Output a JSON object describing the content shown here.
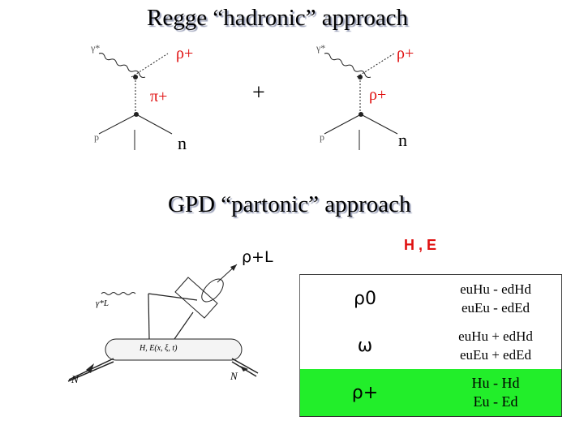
{
  "title_regge": "Regge “hadronic” approach",
  "title_gpd": "GPD “partonic” approach",
  "regge": {
    "diagram1": {
      "top_out": "ρ+",
      "exchange": "π+",
      "bottom_out": "n",
      "in_photon": "γ*",
      "in_proton": "p"
    },
    "diagram2": {
      "top_out": "ρ+",
      "exchange": "ρ+",
      "bottom_out": "n",
      "in_photon": "γ*",
      "in_proton": "p"
    },
    "plus": "+"
  },
  "gpd": {
    "meson_label": "ρ+L",
    "he_label": "H , E",
    "blob_label": "H, E(x, ξ, t)",
    "photon_label": "γ*L",
    "n_left": "N",
    "n_right": "N"
  },
  "table": {
    "rows": [
      {
        "meson": "ρ0",
        "line1": "euHu - edHd",
        "line2": "euEu - edEd",
        "highlight": false
      },
      {
        "meson": "ω",
        "line1": "euHu + edHd",
        "line2": "euEu + edEd",
        "highlight": false
      },
      {
        "meson": "ρ+",
        "line1": "Hu - Hd",
        "line2": "Eu - Ed",
        "highlight": true
      }
    ]
  },
  "colors": {
    "red": "#e01010",
    "green": "#22ee2a",
    "blue_shadow": "#9aa0b8"
  }
}
